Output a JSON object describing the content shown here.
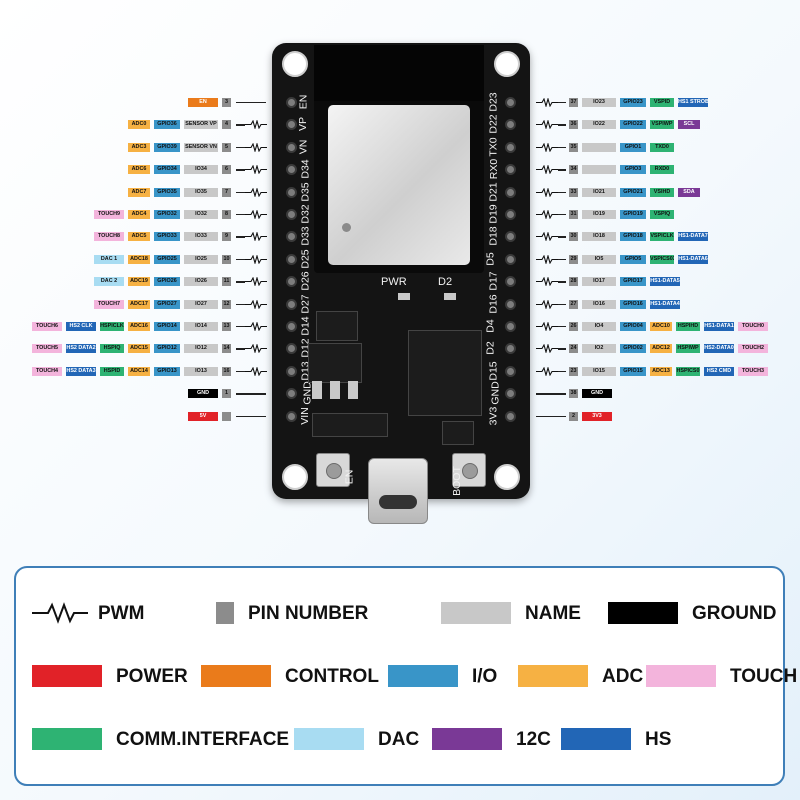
{
  "colors": {
    "pin": "#8c8c8c",
    "name": "#c8c8c8",
    "ground": "#000000",
    "power": "#e12228",
    "control": "#ea7b1b",
    "io": "#3995c8",
    "adc": "#f6b143",
    "touch": "#f3b4dc",
    "comm": "#2eb373",
    "dac": "#a8dcf2",
    "i2c": "#7a3996",
    "hs": "#2266b6"
  },
  "board": {
    "silk_top_left": "EN",
    "pwr_label": "PWR",
    "d2_label": "D2",
    "en_button_label": "EN",
    "boot_button_label": "BOOT",
    "left_pin_labels": [
      "EN",
      "VP",
      "VN",
      "D34",
      "D35",
      "D32",
      "D33",
      "D25",
      "D26",
      "D27",
      "D14",
      "D12",
      "D13",
      "GND",
      "VIN"
    ],
    "right_pin_labels": [
      "D23",
      "D22",
      "TX0",
      "RX0",
      "D21",
      "D19",
      "D18",
      "D5",
      "D17",
      "D16",
      "D4",
      "D2",
      "D15",
      "GND",
      "3V3"
    ]
  },
  "left_pins": [
    {
      "pwm": false,
      "labels": [
        {
          "t": "EN",
          "c": "control"
        },
        {
          "t": "3",
          "c": "pin"
        }
      ]
    },
    {
      "pwm": true,
      "labels": [
        {
          "t": "ADC0",
          "c": "adc"
        },
        {
          "t": "GPIO36",
          "c": "io"
        },
        {
          "t": "SENSOR VP",
          "c": "name"
        },
        {
          "t": "4",
          "c": "pin"
        }
      ]
    },
    {
      "pwm": true,
      "labels": [
        {
          "t": "ADC3",
          "c": "adc"
        },
        {
          "t": "GPIO39",
          "c": "io"
        },
        {
          "t": "SENSOR VN",
          "c": "name"
        },
        {
          "t": "5",
          "c": "pin"
        }
      ]
    },
    {
      "pwm": true,
      "labels": [
        {
          "t": "ADC6",
          "c": "adc"
        },
        {
          "t": "GPIO34",
          "c": "io"
        },
        {
          "t": "IO34",
          "c": "name"
        },
        {
          "t": "6",
          "c": "pin"
        }
      ]
    },
    {
      "pwm": true,
      "labels": [
        {
          "t": "ADC7",
          "c": "adc"
        },
        {
          "t": "GPIO35",
          "c": "io"
        },
        {
          "t": "IO35",
          "c": "name"
        },
        {
          "t": "7",
          "c": "pin"
        }
      ]
    },
    {
      "pwm": true,
      "labels": [
        {
          "t": "TOUCH9",
          "c": "touch"
        },
        {
          "t": "ADC4",
          "c": "adc"
        },
        {
          "t": "GPIO32",
          "c": "io"
        },
        {
          "t": "IO32",
          "c": "name"
        },
        {
          "t": "8",
          "c": "pin"
        }
      ]
    },
    {
      "pwm": true,
      "labels": [
        {
          "t": "TOUCH8",
          "c": "touch"
        },
        {
          "t": "ADC5",
          "c": "adc"
        },
        {
          "t": "GPIO33",
          "c": "io"
        },
        {
          "t": "IO33",
          "c": "name"
        },
        {
          "t": "9",
          "c": "pin"
        }
      ]
    },
    {
      "pwm": true,
      "labels": [
        {
          "t": "DAC 1",
          "c": "dac"
        },
        {
          "t": "ADC18",
          "c": "adc"
        },
        {
          "t": "GPIO25",
          "c": "io"
        },
        {
          "t": "IO25",
          "c": "name"
        },
        {
          "t": "10",
          "c": "pin"
        }
      ]
    },
    {
      "pwm": true,
      "labels": [
        {
          "t": "DAC 2",
          "c": "dac"
        },
        {
          "t": "ADC19",
          "c": "adc"
        },
        {
          "t": "GPIO26",
          "c": "io"
        },
        {
          "t": "IO26",
          "c": "name"
        },
        {
          "t": "11",
          "c": "pin"
        }
      ]
    },
    {
      "pwm": true,
      "labels": [
        {
          "t": "TOUCH7",
          "c": "touch"
        },
        {
          "t": "ADC17",
          "c": "adc"
        },
        {
          "t": "GPIO27",
          "c": "io"
        },
        {
          "t": "IO27",
          "c": "name"
        },
        {
          "t": "12",
          "c": "pin"
        }
      ]
    },
    {
      "pwm": true,
      "labels": [
        {
          "t": "TOUCH6",
          "c": "touch"
        },
        {
          "t": "HS2 CLK",
          "c": "hs"
        },
        {
          "t": "HSPICLK",
          "c": "comm"
        },
        {
          "t": "ADC16",
          "c": "adc"
        },
        {
          "t": "GPIO14",
          "c": "io"
        },
        {
          "t": "IO14",
          "c": "name"
        },
        {
          "t": "13",
          "c": "pin"
        }
      ]
    },
    {
      "pwm": true,
      "labels": [
        {
          "t": "TOUCH5",
          "c": "touch"
        },
        {
          "t": "HS2 DATA2",
          "c": "hs"
        },
        {
          "t": "HSPIQ",
          "c": "comm"
        },
        {
          "t": "ADC15",
          "c": "adc"
        },
        {
          "t": "GPIO12",
          "c": "io"
        },
        {
          "t": "IO12",
          "c": "name"
        },
        {
          "t": "14",
          "c": "pin"
        }
      ]
    },
    {
      "pwm": true,
      "labels": [
        {
          "t": "TOUCH4",
          "c": "touch"
        },
        {
          "t": "HS2 DATA3",
          "c": "hs"
        },
        {
          "t": "HSPID",
          "c": "comm"
        },
        {
          "t": "ADC14",
          "c": "adc"
        },
        {
          "t": "GPIO13",
          "c": "io"
        },
        {
          "t": "IO13",
          "c": "name"
        },
        {
          "t": "16",
          "c": "pin"
        }
      ]
    },
    {
      "pwm": false,
      "labels": [
        {
          "t": "GND",
          "c": "ground"
        },
        {
          "t": "1",
          "c": "pin"
        }
      ]
    },
    {
      "pwm": false,
      "labels": [
        {
          "t": "5V",
          "c": "power"
        },
        {
          "t": "",
          "c": "pin"
        }
      ]
    }
  ],
  "right_pins": [
    {
      "pwm": true,
      "labels": [
        {
          "t": "37",
          "c": "pin"
        },
        {
          "t": "IO23",
          "c": "name"
        },
        {
          "t": "GPIO23",
          "c": "io"
        },
        {
          "t": "VSPID",
          "c": "comm"
        },
        {
          "t": "HS1 STROBE",
          "c": "hs"
        }
      ]
    },
    {
      "pwm": true,
      "labels": [
        {
          "t": "36",
          "c": "pin"
        },
        {
          "t": "IO22",
          "c": "name"
        },
        {
          "t": "GPIO22",
          "c": "io"
        },
        {
          "t": "VSPIWP",
          "c": "comm"
        },
        {
          "t": "SCL",
          "c": "i2c"
        }
      ]
    },
    {
      "pwm": true,
      "labels": [
        {
          "t": "35",
          "c": "pin"
        },
        {
          "t": "",
          "c": "name"
        },
        {
          "t": "GPIO1",
          "c": "io"
        },
        {
          "t": "TXD0",
          "c": "comm"
        }
      ]
    },
    {
      "pwm": true,
      "labels": [
        {
          "t": "34",
          "c": "pin"
        },
        {
          "t": "",
          "c": "name"
        },
        {
          "t": "GPIO3",
          "c": "io"
        },
        {
          "t": "RXD0",
          "c": "comm"
        }
      ]
    },
    {
      "pwm": true,
      "labels": [
        {
          "t": "33",
          "c": "pin"
        },
        {
          "t": "IO21",
          "c": "name"
        },
        {
          "t": "GPIO21",
          "c": "io"
        },
        {
          "t": "VSIHD",
          "c": "comm"
        },
        {
          "t": "SDA",
          "c": "i2c"
        }
      ]
    },
    {
      "pwm": true,
      "labels": [
        {
          "t": "31",
          "c": "pin"
        },
        {
          "t": "IO19",
          "c": "name"
        },
        {
          "t": "GPIO19",
          "c": "io"
        },
        {
          "t": "VSPIQ",
          "c": "comm"
        }
      ]
    },
    {
      "pwm": true,
      "labels": [
        {
          "t": "30",
          "c": "pin"
        },
        {
          "t": "IO18",
          "c": "name"
        },
        {
          "t": "GPIO18",
          "c": "io"
        },
        {
          "t": "VSPICLK",
          "c": "comm"
        },
        {
          "t": "HS1-DATA7",
          "c": "hs"
        }
      ]
    },
    {
      "pwm": true,
      "labels": [
        {
          "t": "29",
          "c": "pin"
        },
        {
          "t": "IO5",
          "c": "name"
        },
        {
          "t": "GPIO5",
          "c": "io"
        },
        {
          "t": "VSPICS03",
          "c": "comm"
        },
        {
          "t": "HS1-DATA6",
          "c": "hs"
        }
      ]
    },
    {
      "pwm": true,
      "labels": [
        {
          "t": "28",
          "c": "pin"
        },
        {
          "t": "IO17",
          "c": "name"
        },
        {
          "t": "GPIO17",
          "c": "io"
        },
        {
          "t": "HS1-DATA5",
          "c": "hs"
        }
      ]
    },
    {
      "pwm": true,
      "labels": [
        {
          "t": "27",
          "c": "pin"
        },
        {
          "t": "IO16",
          "c": "name"
        },
        {
          "t": "GPIO16",
          "c": "io"
        },
        {
          "t": "HS1-DATA4",
          "c": "hs"
        }
      ]
    },
    {
      "pwm": true,
      "labels": [
        {
          "t": "26",
          "c": "pin"
        },
        {
          "t": "IO4",
          "c": "name"
        },
        {
          "t": "GPIO04",
          "c": "io"
        },
        {
          "t": "ADC10",
          "c": "adc"
        },
        {
          "t": "HSPIHD",
          "c": "comm"
        },
        {
          "t": "HS1-DATA1",
          "c": "hs"
        },
        {
          "t": "TOUCH0",
          "c": "touch"
        }
      ]
    },
    {
      "pwm": true,
      "labels": [
        {
          "t": "24",
          "c": "pin"
        },
        {
          "t": "IO2",
          "c": "name"
        },
        {
          "t": "GPIO02",
          "c": "io"
        },
        {
          "t": "ADC12",
          "c": "adc"
        },
        {
          "t": "HSPIWP",
          "c": "comm"
        },
        {
          "t": "HS2-DATA0",
          "c": "hs"
        },
        {
          "t": "TOUCH2",
          "c": "touch"
        }
      ]
    },
    {
      "pwm": true,
      "labels": [
        {
          "t": "23",
          "c": "pin"
        },
        {
          "t": "IO15",
          "c": "name"
        },
        {
          "t": "GPIO15",
          "c": "io"
        },
        {
          "t": "ADC13",
          "c": "adc"
        },
        {
          "t": "HSPICS0",
          "c": "comm"
        },
        {
          "t": "HS2 CMD",
          "c": "hs"
        },
        {
          "t": "TOUCH3",
          "c": "touch"
        }
      ]
    },
    {
      "pwm": false,
      "labels": [
        {
          "t": "38",
          "c": "pin"
        },
        {
          "t": "GND",
          "c": "ground"
        }
      ]
    },
    {
      "pwm": false,
      "labels": [
        {
          "t": "2",
          "c": "pin"
        },
        {
          "t": "3V3",
          "c": "power"
        }
      ]
    }
  ],
  "legend": [
    {
      "label": "PWM",
      "kind": "pwm"
    },
    {
      "label": "PIN NUMBER",
      "kind": "pin"
    },
    {
      "label": "NAME",
      "kind": "name"
    },
    {
      "label": "GROUND",
      "kind": "ground"
    },
    {
      "label": "POWER",
      "kind": "power"
    },
    {
      "label": "CONTROL",
      "kind": "control"
    },
    {
      "label": "I/O",
      "kind": "io"
    },
    {
      "label": "ADC",
      "kind": "adc"
    },
    {
      "label": "TOUCH",
      "kind": "touch"
    },
    {
      "label": "COMM.INTERFACE",
      "kind": "comm"
    },
    {
      "label": "DAC",
      "kind": "dac"
    },
    {
      "label": "12C",
      "kind": "i2c"
    },
    {
      "label": "HS",
      "kind": "hs"
    }
  ]
}
